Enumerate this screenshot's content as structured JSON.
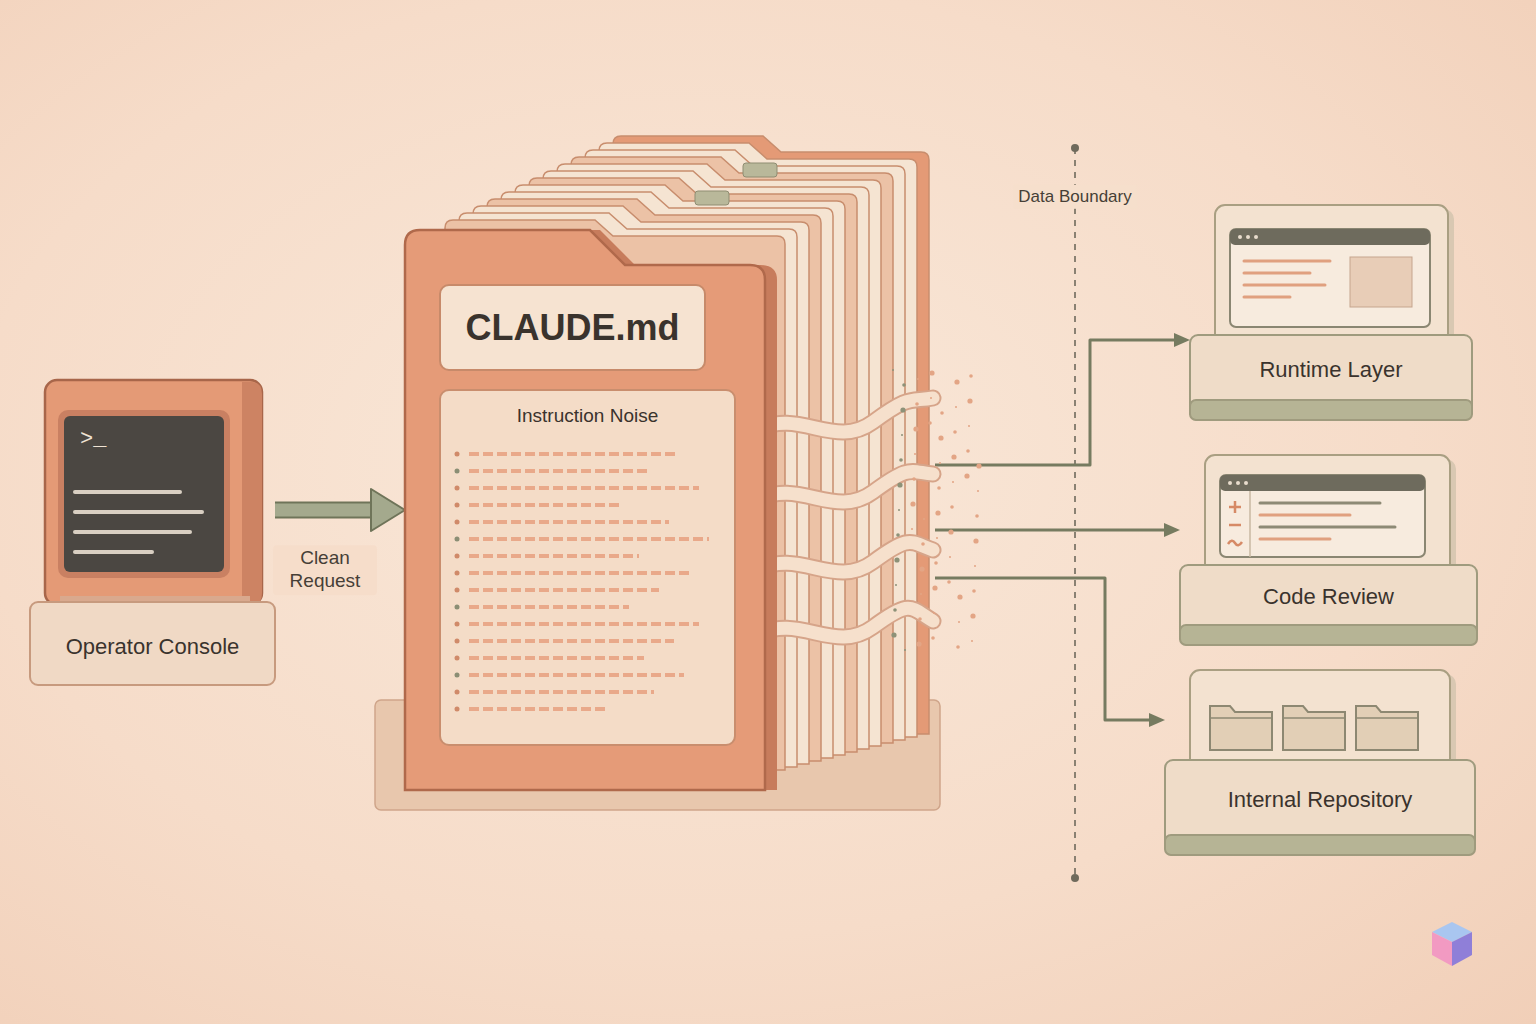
{
  "diagram": {
    "nodes": [
      {
        "text": [
          "Operator Console"
        ]
      },
      {
        "text": [
          "CLAUDE.md",
          "Instruction Noise"
        ]
      },
      {
        "text": [
          "Runtime Layer"
        ]
      },
      {
        "text": [
          "Code Review"
        ]
      },
      {
        "text": [
          "Internal Repository"
        ]
      }
    ],
    "edges": [
      {
        "from": 0,
        "to": 1,
        "label": "Clean Request",
        "arrow": "to"
      },
      {
        "from": 1,
        "to": 2,
        "arrow": "to"
      },
      {
        "from": 1,
        "to": 3,
        "arrow": "to"
      },
      {
        "from": 1,
        "to": 4,
        "arrow": "to"
      }
    ],
    "labels": [
      ">_",
      "Data Boundary"
    ]
  }
}
